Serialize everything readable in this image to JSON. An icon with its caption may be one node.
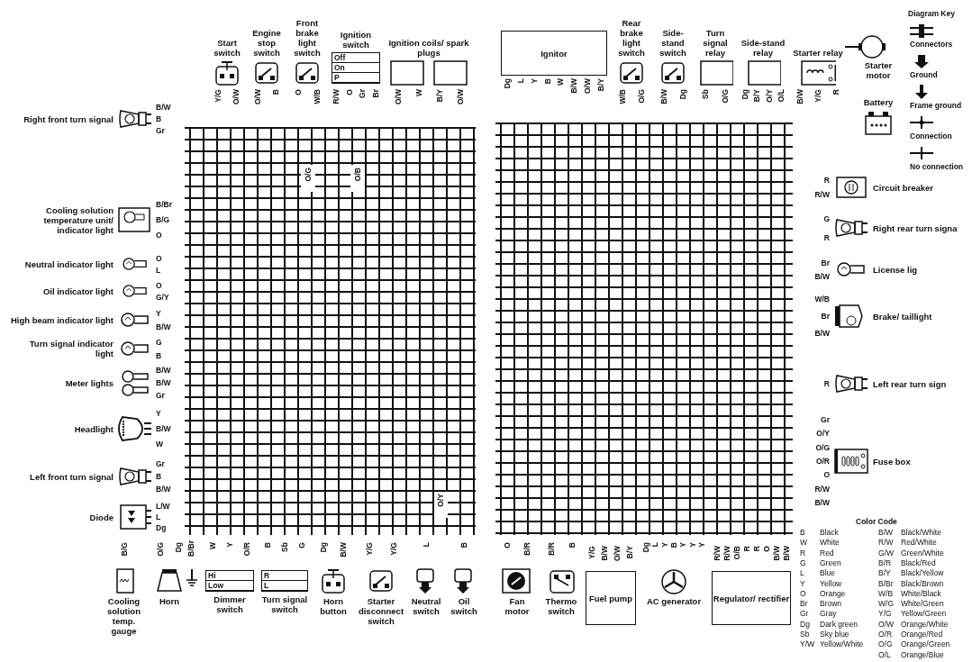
{
  "diagram": {
    "nodes": [
      {
        "text": [
          "Right front turn signal"
        ],
        "beside": [
          "B/W",
          "B",
          "Gr"
        ]
      },
      {
        "text": [
          "Cooling solution temperature unit/ indicator light"
        ],
        "beside": [
          "B/Br",
          "B/G",
          "O"
        ]
      },
      {
        "text": [
          "Neutral indicator light"
        ],
        "beside": [
          "O",
          "L"
        ]
      },
      {
        "text": [
          "Oil indicator light"
        ],
        "beside": [
          "O",
          "G/Y"
        ]
      },
      {
        "text": [
          "High beam indicator light"
        ],
        "beside": [
          "Y",
          "B/W"
        ]
      },
      {
        "text": [
          "Turn signal indicator light"
        ],
        "beside": [
          "G",
          "B"
        ]
      },
      {
        "text": [
          "Meter lights"
        ],
        "beside": [
          "B/W",
          "B/W",
          "Gr"
        ]
      },
      {
        "text": [
          "Headlight"
        ],
        "beside": [
          "Y",
          "B/W",
          "W"
        ]
      },
      {
        "text": [
          "Left front turn signal"
        ],
        "beside": [
          "Gr",
          "B",
          "B/W"
        ]
      },
      {
        "text": [
          "Diode"
        ],
        "beside": [
          "L/W",
          "L",
          "Dg"
        ]
      },
      {
        "text": [
          "Start switch"
        ],
        "beside": [
          "Y/G",
          "O/W"
        ]
      },
      {
        "text": [
          "Engine stop switch"
        ],
        "beside": [
          "O/W",
          "B"
        ]
      },
      {
        "text": [
          "Front brake light switch"
        ],
        "beside": [
          "O",
          "W/B"
        ]
      },
      {
        "text": [
          "Ignition switch",
          "Off",
          "On",
          "P"
        ],
        "beside": [
          "R/W",
          "O",
          "Gr",
          "Br"
        ]
      },
      {
        "text": [
          "Ignition coils/ spark plugs"
        ],
        "beside": [
          "O/W",
          "W",
          "B/Y",
          "O/W"
        ]
      },
      {
        "text": [
          "Cooling solution temp. gauge"
        ],
        "beside": [
          "B/G"
        ]
      },
      {
        "text": [
          "Horn"
        ],
        "beside": [
          "O/G",
          "Dg"
        ]
      },
      {
        "text": [
          "Hi",
          "Low",
          "Dimmer switch"
        ],
        "beside": [
          "W",
          "Y",
          "O/R"
        ]
      },
      {
        "text": [
          "R",
          "L",
          "Turn signal switch"
        ],
        "beside": [
          "B",
          "Sb",
          "G"
        ]
      },
      {
        "text": [
          "Horn button"
        ],
        "beside": [
          "Dg",
          "B/W"
        ]
      },
      {
        "text": [
          "Starter disconnect switch"
        ],
        "beside": [
          "Y/G",
          "Y/G"
        ]
      },
      {
        "text": [
          "Neutral switch"
        ],
        "beside": [
          "L"
        ]
      },
      {
        "text": [
          "Oil switch"
        ],
        "beside": [
          "B"
        ]
      },
      {
        "text": [
          "Ignitor"
        ],
        "beside": [
          "Dg",
          "L",
          "Y",
          "B",
          "W",
          "B/W",
          "O/W",
          "B/Y"
        ]
      },
      {
        "text": [
          "Rear brake light switch"
        ],
        "beside": [
          "W/B",
          "O/G"
        ]
      },
      {
        "text": [
          "Side-stand switch"
        ],
        "beside": [
          "B/W",
          "Dg"
        ]
      },
      {
        "text": [
          "Turn signal relay"
        ],
        "beside": [
          "Sb",
          "O/G"
        ]
      },
      {
        "text": [
          "Side-stand relay"
        ],
        "beside": [
          "Dg",
          "B/Y",
          "O/Y",
          "O/L"
        ]
      },
      {
        "text": [
          "Starter relay"
        ],
        "beside": [
          "B/W",
          "Y/G",
          "R"
        ]
      },
      {
        "text": [
          "Starter motor"
        ]
      },
      {
        "text": [
          "Battery"
        ]
      },
      {
        "text": [
          "Circuit breaker"
        ],
        "beside": [
          "R",
          "R/W"
        ]
      },
      {
        "text": [
          "Right rear turn signa"
        ],
        "beside": [
          "G",
          "R"
        ]
      },
      {
        "text": [
          "License lig"
        ],
        "beside": [
          "Br",
          "B/W"
        ]
      },
      {
        "text": [
          "Brake/ taillight"
        ],
        "beside": [
          "W/B",
          "Br",
          "B/W"
        ]
      },
      {
        "text": [
          "Left rear turn sign"
        ],
        "beside": [
          "R"
        ]
      },
      {
        "text": [
          "Fuse box"
        ],
        "beside": [
          "Gr",
          "O/Y",
          "O/G",
          "O/R",
          "O",
          "R/W",
          "B/W"
        ]
      },
      {
        "text": [
          "Fan motor"
        ],
        "beside": [
          "O",
          "B/R"
        ]
      },
      {
        "text": [
          "Thermo switch"
        ],
        "beside": [
          "B/R",
          "B"
        ]
      },
      {
        "text": [
          "Fuel pump"
        ],
        "beside": [
          "Y/G",
          "B/W",
          "O/W",
          "B/Y"
        ]
      },
      {
        "text": [
          "AC generator"
        ],
        "beside": [
          "Dg",
          "L",
          "Y",
          "B",
          "Y",
          "Y",
          "Y"
        ]
      },
      {
        "text": [
          "Regulator/ rectifier"
        ],
        "beside": [
          "R/W",
          "R/W",
          "O/B",
          "R",
          "R",
          "O",
          "B/W",
          "B/W"
        ]
      }
    ],
    "edges": [
      {
        "from": 28,
        "to": 29,
        "arrow": "none"
      }
    ],
    "labels": [
      "O/G",
      "O/B",
      "B/Br",
      "O/Y",
      "Diagram Key",
      "Color Code",
      "B",
      "Black",
      "B/W",
      "Black/White",
      "W",
      "White",
      "R/W",
      "Red/White",
      "R",
      "Red",
      "G/W",
      "Green/White",
      "G",
      "Green",
      "B/R",
      "Black/Red",
      "L",
      "Blue",
      "B/Y",
      "Black/Yellow",
      "Y",
      "Yellow",
      "B/Br",
      "Black/Brown",
      "O",
      "Orange",
      "W/B",
      "White/Black",
      "Br",
      "Brown",
      "W/G",
      "White/Green",
      "Gr",
      "Gray",
      "Y/G",
      "Yellow/Green",
      "Dg",
      "Dark green",
      "O/W",
      "Orange/White",
      "Sb",
      "Sky blue",
      "O/R",
      "Orange/Red",
      "Y/W",
      "Yellow/White",
      "O/G",
      "Orange/Green",
      "O/L",
      "Orange/Blue"
    ],
    "legend": [
      {
        "text": "Connectors"
      },
      {
        "text": "Ground"
      },
      {
        "text": "Frame ground"
      },
      {
        "text": "Connection"
      },
      {
        "text": "No connection"
      }
    ]
  }
}
